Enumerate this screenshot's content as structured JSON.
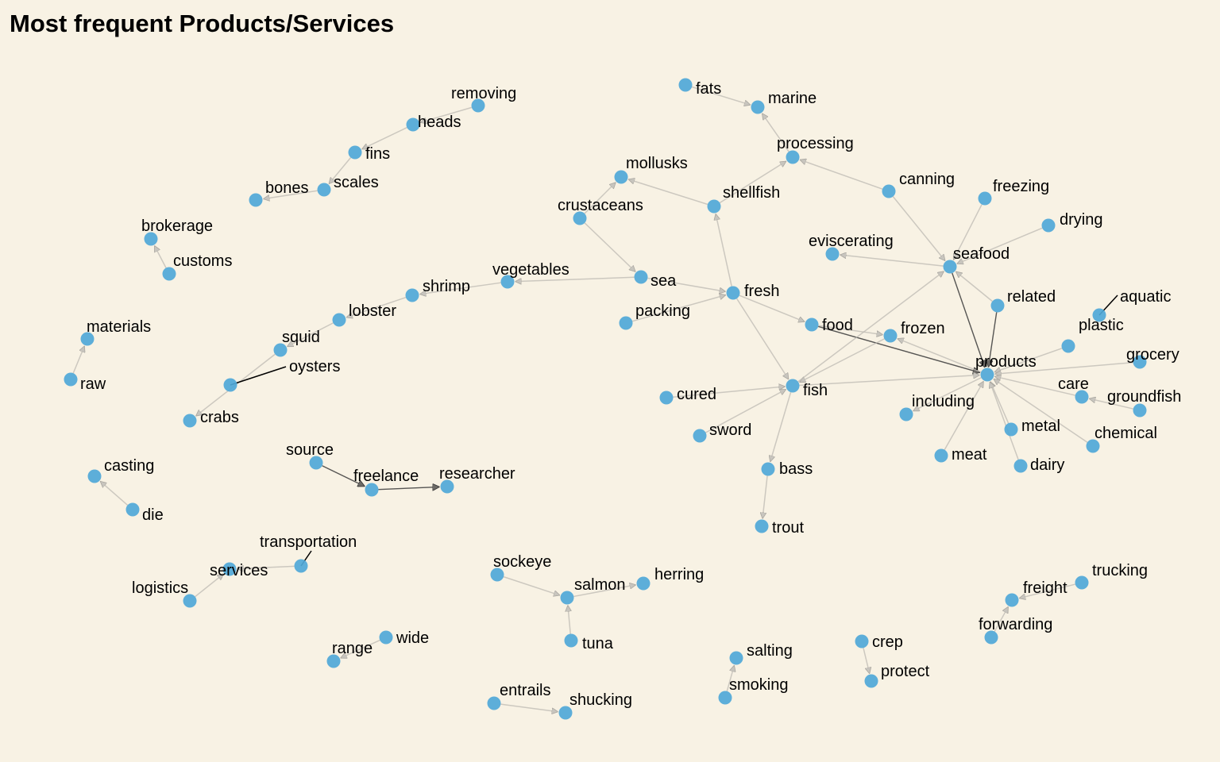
{
  "title": "Most frequent Products/Services",
  "colors": {
    "background": "#f8f2e4",
    "node": "#4fa8d8",
    "edge_weak": "#bdbab3",
    "edge_strong": "#3a3a3a"
  },
  "nodes": [
    "removing",
    "heads",
    "fins",
    "scales",
    "bones",
    "fats",
    "marine",
    "processing",
    "mollusks",
    "shellfish",
    "crustaceans",
    "canning",
    "freezing",
    "drying",
    "seafood",
    "eviscerating",
    "vegetables",
    "sea",
    "shrimp",
    "fresh",
    "packing",
    "lobster",
    "food",
    "frozen",
    "related",
    "aquatic",
    "plastic",
    "squid",
    "oysters",
    "crabs",
    "products",
    "grocery",
    "care",
    "groundfish",
    "fish",
    "cured",
    "including",
    "metal",
    "chemical",
    "meat",
    "dairy",
    "sword",
    "bass",
    "trout",
    "brokerage",
    "customs",
    "materials",
    "raw",
    "source",
    "freelance",
    "researcher",
    "casting",
    "die",
    "transportation",
    "services",
    "logistics",
    "sockeye",
    "salmon",
    "herring",
    "tuna",
    "range",
    "wide",
    "entrails",
    "shucking",
    "salting",
    "smoking",
    "crep",
    "protect",
    "trucking",
    "freight",
    "forwarding"
  ],
  "edges": [
    {
      "from": "removing",
      "to": "heads",
      "strength": "weak"
    },
    {
      "from": "heads",
      "to": "fins",
      "strength": "weak"
    },
    {
      "from": "fins",
      "to": "scales",
      "strength": "weak"
    },
    {
      "from": "scales",
      "to": "bones",
      "strength": "weak"
    },
    {
      "from": "fats",
      "to": "marine",
      "strength": "weak"
    },
    {
      "from": "processing",
      "to": "marine",
      "strength": "weak"
    },
    {
      "from": "shellfish",
      "to": "processing",
      "strength": "weak"
    },
    {
      "from": "canning",
      "to": "processing",
      "strength": "weak"
    },
    {
      "from": "shellfish",
      "to": "mollusks",
      "strength": "weak"
    },
    {
      "from": "crustaceans",
      "to": "mollusks",
      "strength": "weak"
    },
    {
      "from": "crustaceans",
      "to": "sea",
      "strength": "weak"
    },
    {
      "from": "canning",
      "to": "seafood",
      "strength": "weak"
    },
    {
      "from": "freezing",
      "to": "seafood",
      "strength": "weak"
    },
    {
      "from": "drying",
      "to": "seafood",
      "strength": "weak"
    },
    {
      "from": "seafood",
      "to": "eviscerating",
      "strength": "weak"
    },
    {
      "from": "related",
      "to": "seafood",
      "strength": "weak"
    },
    {
      "from": "seafood",
      "to": "products",
      "strength": "strong"
    },
    {
      "from": "related",
      "to": "products",
      "strength": "strong"
    },
    {
      "from": "sea",
      "to": "vegetables",
      "strength": "weak"
    },
    {
      "from": "vegetables",
      "to": "shrimp",
      "strength": "weak"
    },
    {
      "from": "shrimp",
      "to": "lobster",
      "strength": "weak"
    },
    {
      "from": "lobster",
      "to": "squid",
      "strength": "weak"
    },
    {
      "from": "squid",
      "to": "crabs",
      "strength": "weak"
    },
    {
      "from": "sea",
      "to": "fresh",
      "strength": "weak"
    },
    {
      "from": "fresh",
      "to": "shellfish",
      "strength": "weak"
    },
    {
      "from": "fresh",
      "to": "fish",
      "strength": "weak"
    },
    {
      "from": "packing",
      "to": "fresh",
      "strength": "weak"
    },
    {
      "from": "fresh",
      "to": "food",
      "strength": "weak"
    },
    {
      "from": "food",
      "to": "products",
      "strength": "strong"
    },
    {
      "from": "food",
      "to": "frozen",
      "strength": "weak"
    },
    {
      "from": "products",
      "to": "frozen",
      "strength": "weak"
    },
    {
      "from": "frozen",
      "to": "fish",
      "strength": "weak"
    },
    {
      "from": "fish",
      "to": "seafood",
      "strength": "weak"
    },
    {
      "from": "fish",
      "to": "products",
      "strength": "weak"
    },
    {
      "from": "cured",
      "to": "fish",
      "strength": "weak"
    },
    {
      "from": "sword",
      "to": "fish",
      "strength": "weak"
    },
    {
      "from": "fish",
      "to": "bass",
      "strength": "weak"
    },
    {
      "from": "bass",
      "to": "trout",
      "strength": "weak"
    },
    {
      "from": "plastic",
      "to": "products",
      "strength": "weak"
    },
    {
      "from": "grocery",
      "to": "products",
      "strength": "weak"
    },
    {
      "from": "care",
      "to": "products",
      "strength": "weak"
    },
    {
      "from": "groundfish",
      "to": "care",
      "strength": "weak"
    },
    {
      "from": "products",
      "to": "including",
      "strength": "weak"
    },
    {
      "from": "metal",
      "to": "products",
      "strength": "weak"
    },
    {
      "from": "chemical",
      "to": "products",
      "strength": "weak"
    },
    {
      "from": "meat",
      "to": "products",
      "strength": "weak"
    },
    {
      "from": "dairy",
      "to": "products",
      "strength": "weak"
    },
    {
      "from": "customs",
      "to": "brokerage",
      "strength": "weak"
    },
    {
      "from": "raw",
      "to": "materials",
      "strength": "weak"
    },
    {
      "from": "source",
      "to": "freelance",
      "strength": "strong"
    },
    {
      "from": "freelance",
      "to": "researcher",
      "strength": "strong"
    },
    {
      "from": "die",
      "to": "casting",
      "strength": "weak"
    },
    {
      "from": "transportation",
      "to": "services",
      "strength": "weak"
    },
    {
      "from": "logistics",
      "to": "services",
      "strength": "weak"
    },
    {
      "from": "sockeye",
      "to": "salmon",
      "strength": "weak"
    },
    {
      "from": "salmon",
      "to": "herring",
      "strength": "weak"
    },
    {
      "from": "tuna",
      "to": "salmon",
      "strength": "weak"
    },
    {
      "from": "wide",
      "to": "range",
      "strength": "weak"
    },
    {
      "from": "entrails",
      "to": "shucking",
      "strength": "weak"
    },
    {
      "from": "smoking",
      "to": "salting",
      "strength": "weak"
    },
    {
      "from": "crep",
      "to": "protect",
      "strength": "weak"
    },
    {
      "from": "trucking",
      "to": "freight",
      "strength": "weak"
    },
    {
      "from": "forwarding",
      "to": "freight",
      "strength": "weak"
    }
  ],
  "label_links": [
    {
      "label": "oysters",
      "node": "oysters"
    },
    {
      "label": "aquatic",
      "node": "aquatic"
    },
    {
      "label": "transportation",
      "node": "transportation"
    }
  ]
}
